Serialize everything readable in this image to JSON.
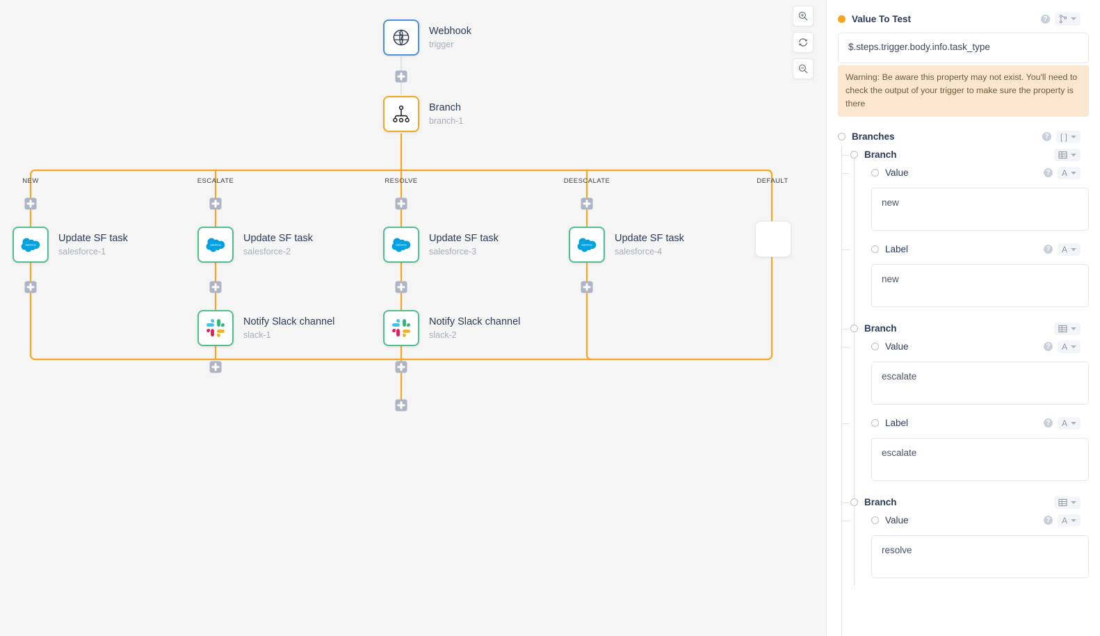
{
  "canvas": {
    "zoom_controls": [
      {
        "name": "zoom-in-button",
        "icon": "zoom-in-icon",
        "label": "Zoom in"
      },
      {
        "name": "fit-view-button",
        "icon": "refresh-icon",
        "label": "Reset view"
      },
      {
        "name": "zoom-out-button",
        "icon": "zoom-out-icon",
        "label": "Zoom out"
      }
    ],
    "nodes": [
      {
        "id": "trigger",
        "title": "Webhook",
        "subtitle": "trigger",
        "icon": "globe-icon",
        "border": "blue"
      },
      {
        "id": "branch-1",
        "title": "Branch",
        "subtitle": "branch-1",
        "icon": "branch-icon",
        "border": "orange"
      },
      {
        "id": "salesforce-1",
        "title": "Update SF task",
        "subtitle": "salesforce-1",
        "icon": "salesforce-icon",
        "border": "green"
      },
      {
        "id": "salesforce-2",
        "title": "Update SF task",
        "subtitle": "salesforce-2",
        "icon": "salesforce-icon",
        "border": "green"
      },
      {
        "id": "salesforce-3",
        "title": "Update SF task",
        "subtitle": "salesforce-3",
        "icon": "salesforce-icon",
        "border": "green"
      },
      {
        "id": "salesforce-4",
        "title": "Update SF task",
        "subtitle": "salesforce-4",
        "icon": "salesforce-icon",
        "border": "green"
      },
      {
        "id": "slack-1",
        "title": "Notify Slack channel",
        "subtitle": "slack-1",
        "icon": "slack-icon",
        "border": "green"
      },
      {
        "id": "slack-2",
        "title": "Notify Slack channel",
        "subtitle": "slack-2",
        "icon": "slack-icon",
        "border": "green"
      },
      {
        "id": "default-empty",
        "title": "",
        "subtitle": "",
        "icon": "none",
        "border": "plain"
      }
    ],
    "branch_labels": [
      "NEW",
      "ESCALATE",
      "RESOLVE",
      "DEESCALATE",
      "DEFAULT"
    ],
    "edge_color": "#f5a623",
    "trigger_edge_color": "#dcdcdc"
  },
  "panel": {
    "value_to_test": {
      "label": "Value To Test",
      "type_glyph": "branch",
      "value": "$.steps.trigger.body.info.task_type",
      "warning": "Warning: Be aware this property may not exist. You'll need to check the output of your trigger to make sure the property is there",
      "help": "?"
    },
    "branches_section": {
      "label": "Branches",
      "type_glyph": "[ ]"
    },
    "branches": [
      {
        "label": "Branch",
        "type_glyph": "table",
        "fields": [
          {
            "label": "Value",
            "type_glyph": "A",
            "value": "new"
          },
          {
            "label": "Label",
            "type_glyph": "A",
            "value": "new"
          }
        ]
      },
      {
        "label": "Branch",
        "type_glyph": "table",
        "fields": [
          {
            "label": "Value",
            "type_glyph": "A",
            "value": "escalate"
          },
          {
            "label": "Label",
            "type_glyph": "A",
            "value": "escalate"
          }
        ]
      },
      {
        "label": "Branch",
        "type_glyph": "table",
        "fields": [
          {
            "label": "Value",
            "type_glyph": "A",
            "value": "resolve"
          }
        ]
      }
    ],
    "accent_color": "#f5a623"
  }
}
